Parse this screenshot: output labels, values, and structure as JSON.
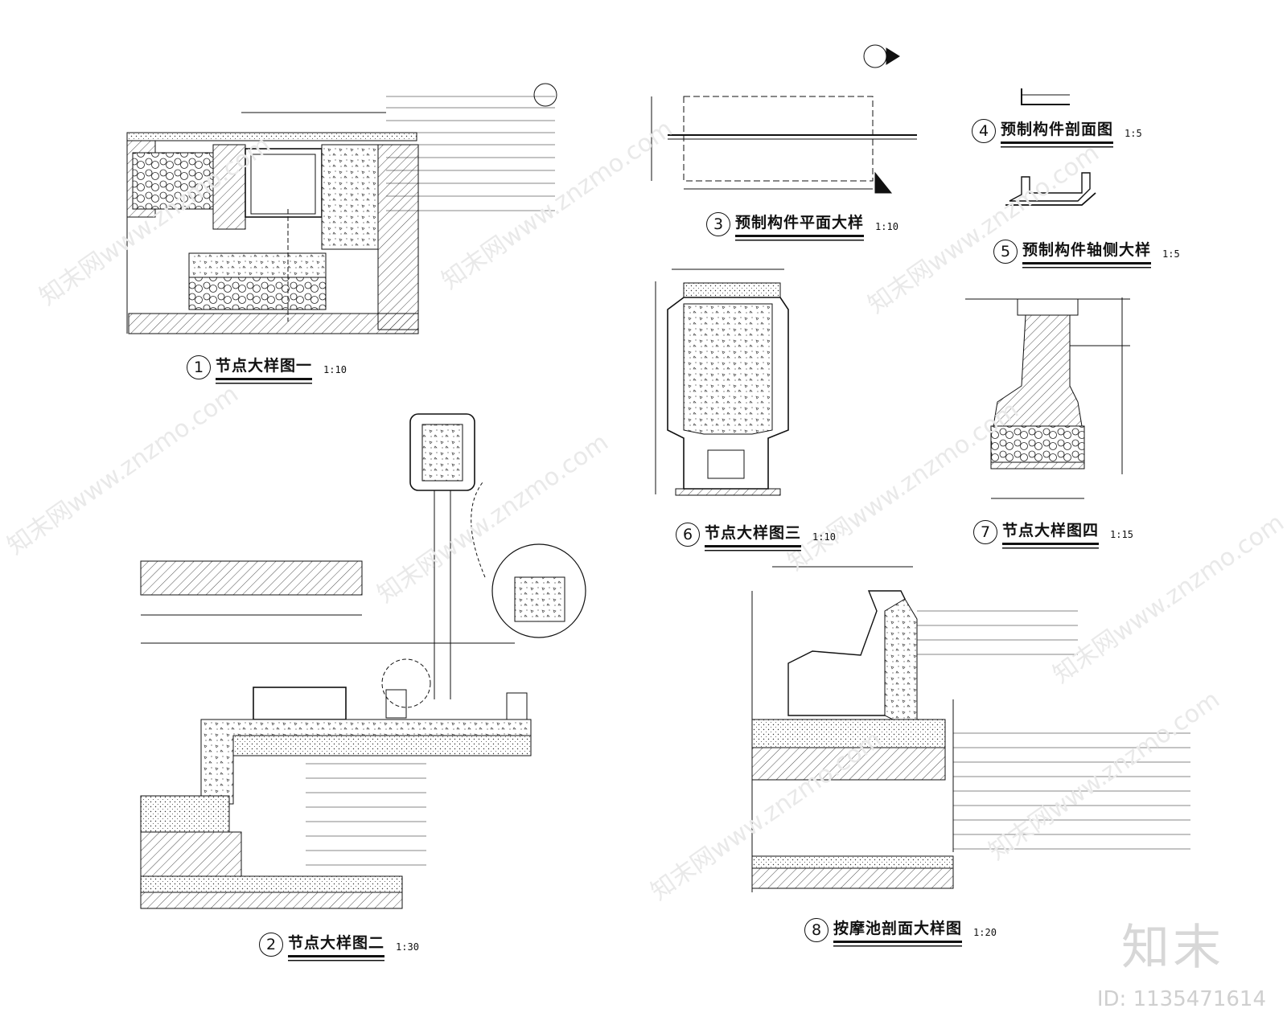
{
  "drawings": [
    {
      "num": "1",
      "name": "节点大样图一",
      "scale": "1:10"
    },
    {
      "num": "2",
      "name": "节点大样图二",
      "scale": "1:30"
    },
    {
      "num": "3",
      "name": "预制构件平面大样",
      "scale": "1:10"
    },
    {
      "num": "4",
      "name": "预制构件剖面图",
      "scale": "1:5"
    },
    {
      "num": "5",
      "name": "预制构件轴侧大样",
      "scale": "1:5"
    },
    {
      "num": "6",
      "name": "节点大样图三",
      "scale": "1:10"
    },
    {
      "num": "7",
      "name": "节点大样图四",
      "scale": "1:15"
    },
    {
      "num": "8",
      "name": "按摩池剖面大样图",
      "scale": "1:20"
    }
  ],
  "branding": {
    "logo": "知末",
    "image_id": "ID: 1135471614",
    "watermark": "知末网www.znzmo.com"
  }
}
